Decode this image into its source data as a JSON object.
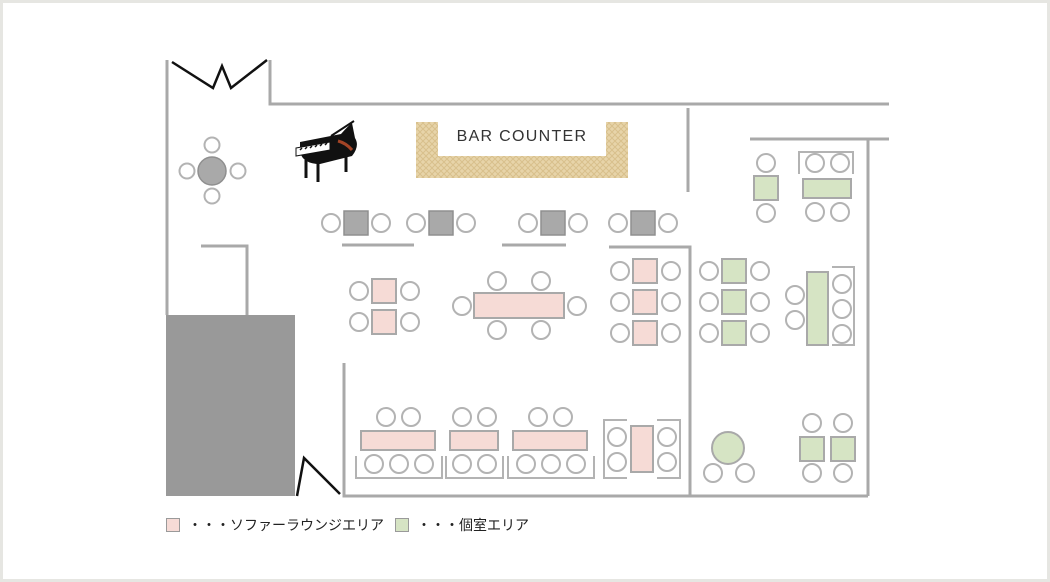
{
  "bar_counter": {
    "label": "BAR COUNTER"
  },
  "legend": [
    {
      "label": "・・・ソファーラウンジエリア",
      "color": "#f6dbd6"
    },
    {
      "label": "・・・個室エリア",
      "color": "#d6e4c4"
    }
  ],
  "colors": {
    "wall": "#a9a9a9",
    "sofa_area": "#f6dbd6",
    "private_room": "#d6e4c4",
    "table_gray": "#a9a9a9"
  },
  "icons": [
    "grand-piano-icon"
  ]
}
